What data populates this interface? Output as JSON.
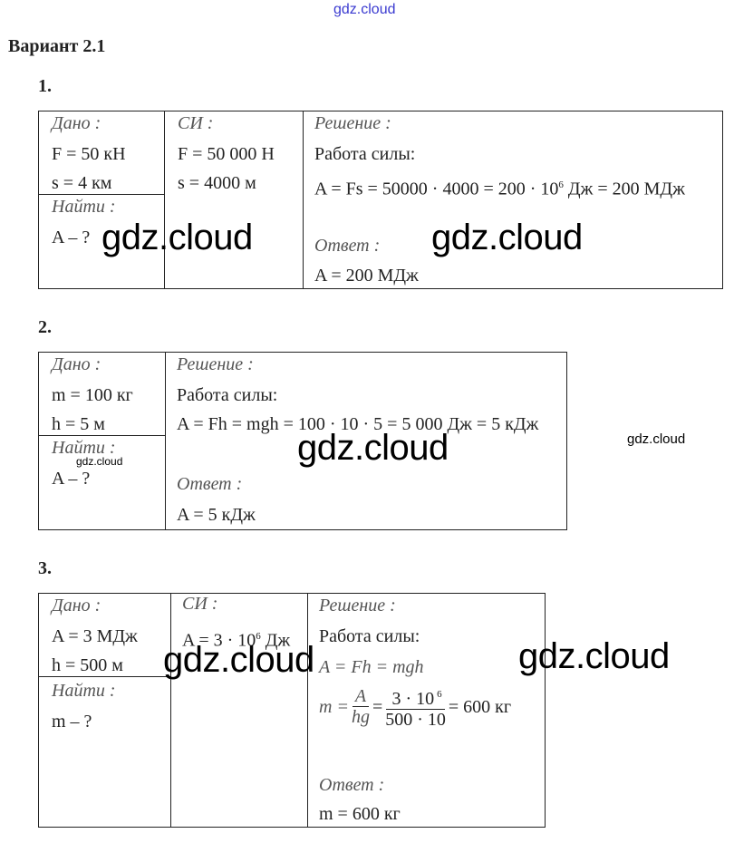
{
  "watermark": "gdz.cloud",
  "title": "Вариант 2.1",
  "problems": [
    {
      "number": "1.",
      "given_label": "Дано :",
      "given": [
        "F = 50 кН",
        "s = 4 км"
      ],
      "si_label": "СИ :",
      "si": [
        "F = 50 000 Н",
        "s = 4000 м"
      ],
      "find_label": "Найти :",
      "find": "A – ?",
      "solution_label": "Решение :",
      "solution": [
        "Работа силы:",
        "A = Fs = 50000 · 4000 = 200 · 10",
        "6",
        " Дж = 200 МДж"
      ],
      "answer_label": "Ответ :",
      "answer": "A = 200 МДж"
    },
    {
      "number": "2.",
      "given_label": "Дано :",
      "given": [
        "m = 100 кг",
        "h = 5 м"
      ],
      "find_label": "Найти :",
      "find": "A – ?",
      "solution_label": "Решение :",
      "solution": [
        "Работа силы:",
        "A = Fh = mgh = 100 · 10 · 5 = 5 000 Дж = 5 кДж"
      ],
      "answer_label": "Ответ :",
      "answer": "A = 5 кДж"
    },
    {
      "number": "3.",
      "given_label": "Дано :",
      "given": [
        "A = 3 МДж",
        "h = 500 м"
      ],
      "si_label": "СИ :",
      "si": [
        "A = 3 · 10",
        "6",
        " Дж"
      ],
      "find_label": "Найти :",
      "find": "m – ?",
      "solution_label": "Решение :",
      "solution": [
        "Работа силы:",
        "A = Fh = mgh",
        "m =",
        "A",
        "hg",
        "=",
        "3 · 10",
        "6",
        "500 · 10",
        "= 600 кг"
      ],
      "answer_label": "Ответ :",
      "answer": "m = 600 кг"
    }
  ]
}
